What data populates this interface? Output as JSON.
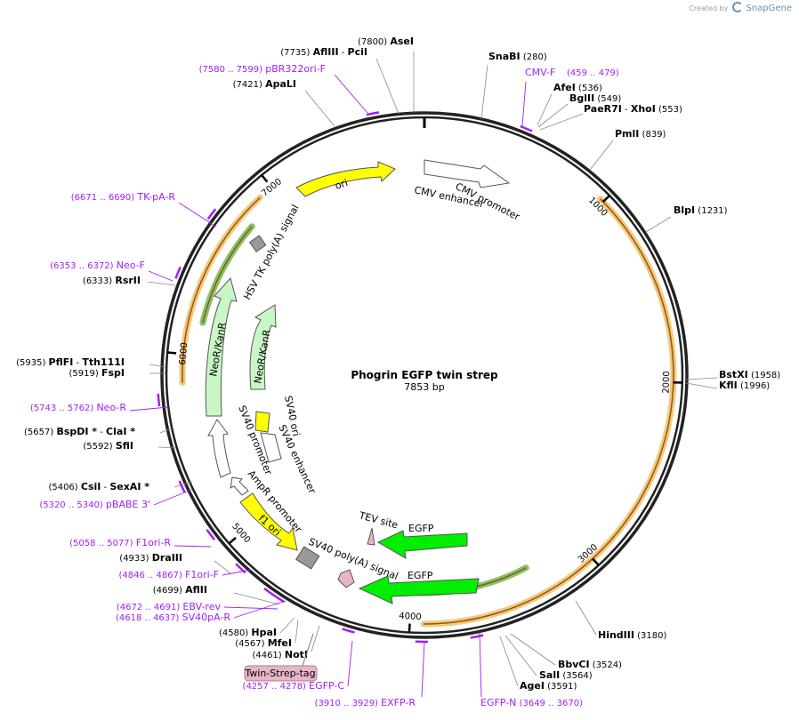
{
  "credit": {
    "prefix": "Created by",
    "brand": "SnapGene"
  },
  "plasmid": {
    "name": "Phogrin EGFP twin strep",
    "length": "7853 bp"
  },
  "ticks": [
    {
      "label": "1000",
      "pos": 1000
    },
    {
      "label": "2000",
      "pos": 2000
    },
    {
      "label": "3000",
      "pos": 3000
    },
    {
      "label": "4000",
      "pos": 4000
    },
    {
      "label": "5000",
      "pos": 5000
    },
    {
      "label": "6000",
      "pos": 6000
    },
    {
      "label": "7000",
      "pos": 7000
    }
  ],
  "sites": [
    {
      "pos": 7800,
      "name": "AseI",
      "num": "(7800)"
    },
    {
      "pos": 7735,
      "name": "AflIII",
      "extra": "PciI",
      "num": "(7735)"
    },
    {
      "pos": 7421,
      "name": "ApaLI",
      "num": "(7421)"
    },
    {
      "pos": 280,
      "name": "SnaBI",
      "num": "(280)"
    },
    {
      "pos": 536,
      "name": "AfeI",
      "num": "(536)"
    },
    {
      "pos": 549,
      "name": "BglII",
      "num": "(549)"
    },
    {
      "pos": 553,
      "name": "PaeR7I",
      "extra": "XhoI",
      "num": "(553)"
    },
    {
      "pos": 839,
      "name": "PmlI",
      "num": "(839)"
    },
    {
      "pos": 1231,
      "name": "BlpI",
      "num": "(1231)"
    },
    {
      "pos": 1958,
      "name": "BstXI",
      "num": "(1958)"
    },
    {
      "pos": 1996,
      "name": "KflI",
      "num": "(1996)"
    },
    {
      "pos": 3180,
      "name": "HindIII",
      "num": "(3180)"
    },
    {
      "pos": 3524,
      "name": "BbvCI",
      "num": "(3524)"
    },
    {
      "pos": 3564,
      "name": "SalI",
      "num": "(3564)"
    },
    {
      "pos": 3591,
      "name": "AgeI",
      "num": "(3591)"
    },
    {
      "pos": 4461,
      "name": "NotI",
      "num": "(4461)"
    },
    {
      "pos": 4567,
      "name": "MfeI",
      "num": "(4567)"
    },
    {
      "pos": 4580,
      "name": "HpaI",
      "num": "(4580)"
    },
    {
      "pos": 4699,
      "name": "AflII",
      "num": "(4699)"
    },
    {
      "pos": 4933,
      "name": "DraIII",
      "num": "(4933)"
    },
    {
      "pos": 5406,
      "name": "CsiI",
      "extra": "SexAI *",
      "num": "(5406)"
    },
    {
      "pos": 5592,
      "name": "SfiI",
      "num": "(5592)"
    },
    {
      "pos": 5657,
      "name": "BspDI *",
      "extra": "ClaI *",
      "num": "(5657)"
    },
    {
      "pos": 5919,
      "name": "FspI",
      "num": "(5919)"
    },
    {
      "pos": 5935,
      "name": "PflFI",
      "extra": "Tth111I",
      "num": "(5935)"
    },
    {
      "pos": 6333,
      "name": "RsrII",
      "num": "(6333)"
    }
  ],
  "primers": [
    {
      "start": 7580,
      "end": 7599,
      "range": "(7580 .. 7599)",
      "name": "pBR322ori-F"
    },
    {
      "start": 459,
      "end": 479,
      "range": "(459 .. 479)",
      "name": "CMV-F"
    },
    {
      "start": 6671,
      "end": 6690,
      "range": "(6671 .. 6690)",
      "name": "TK-pA-R"
    },
    {
      "start": 6353,
      "end": 6372,
      "range": "(6353 .. 6372)",
      "name": "Neo-F"
    },
    {
      "start": 5743,
      "end": 5762,
      "range": "(5743 .. 5762)",
      "name": "Neo-R"
    },
    {
      "start": 5320,
      "end": 5340,
      "range": "(5320 .. 5340)",
      "name": "pBABE 3'"
    },
    {
      "start": 5058,
      "end": 5077,
      "range": "(5058 .. 5077)",
      "name": "F1ori-R"
    },
    {
      "start": 4846,
      "end": 4867,
      "range": "(4846 .. 4867)",
      "name": "F1ori-F"
    },
    {
      "start": 4672,
      "end": 4691,
      "range": "(4672 .. 4691)",
      "name": "EBV-rev"
    },
    {
      "start": 4618,
      "end": 4637,
      "range": "(4618 .. 4637)",
      "name": "SV40pA-R"
    },
    {
      "start": 4257,
      "end": 4278,
      "range": "(4257 .. 4278)",
      "name": "EGFP-C"
    },
    {
      "start": 3910,
      "end": 3929,
      "range": "(3910 .. 3929)",
      "name": "EXFP-R"
    },
    {
      "start": 3649,
      "end": 3670,
      "range": "(3649 .. 3670)",
      "name": "EGFP-N"
    }
  ],
  "features": {
    "cmv_promoter": "CMV promoter",
    "cmv_enhancer": "CMV enhancer",
    "ori": "ori",
    "hsv_tk_polya": "HSV TK poly(A) signal",
    "neokanr_outer": "NeoR/KanR",
    "neokanr_inner": "NeoR/KanR",
    "sv40_ori": "SV40 ori",
    "sv40_enhancer": "SV40 enhancer",
    "sv40_promoter": "SV40 promoter",
    "ampr_promoter": "AmpR promoter",
    "f1_ori": "f1 ori",
    "sv40_polya": "SV40 poly(A) signal",
    "tev_site": "TEV site",
    "egfp_upper": "EGFP",
    "egfp_lower": "EGFP",
    "twin_strep_tag": "Twin-Strep-tag"
  },
  "colors": {
    "backbone": "#222222",
    "orf_highlight": "#f6c77b",
    "orf_line": "#8c5a12",
    "neo_orf_highlight": "#86c26a",
    "primer": "#a020f0",
    "ori_fill": "#ffff00",
    "marker_fill": "#c8f7c5",
    "egfp_fill": "#00ee00",
    "tag_fill": "#e8b5c8",
    "polya_fill": "#999999",
    "promoter_fill": "#ffffff"
  }
}
